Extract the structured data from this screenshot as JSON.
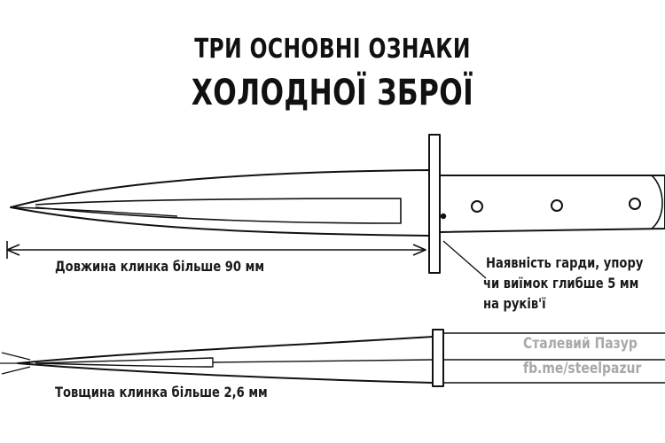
{
  "title": {
    "line1": "ТРИ ОСНОВНІ ОЗНАКИ",
    "line2": "ХОЛОДНОЇ ЗБРОЇ"
  },
  "annotations": {
    "blade_length": "Довжина клинка більше 90 мм",
    "guard_line1": "Наявність гарди, упору",
    "guard_line2": "чи виїмок глибше 5 мм",
    "guard_line3": "на руків'ї",
    "thickness": "Товщина клинка більше 2,6 мм"
  },
  "watermark": {
    "name": "Сталевий Пазур",
    "link": "fb.me/steelpazur"
  },
  "colors": {
    "ink": "#111111",
    "watermark": "#a8a8a8"
  }
}
